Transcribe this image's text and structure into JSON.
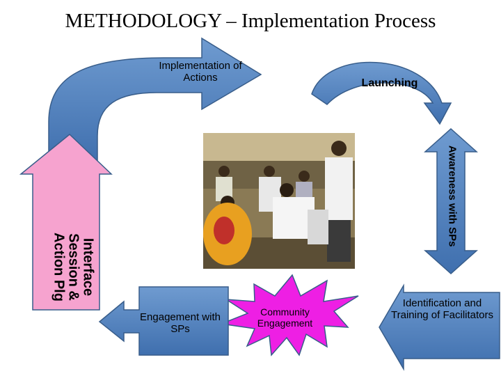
{
  "title": "METHODOLOGY – Implementation Process",
  "steps": {
    "implementation": "Implementation of Actions",
    "launching": "Launching",
    "awareness": "Awareness with SPs",
    "identification": "Identification and Training of Facilitators",
    "community": "Community Engagement",
    "engagement": "Engagement with SPs",
    "interface": "Interface Session & Action Plg"
  },
  "colors": {
    "blue": "#4f81bd",
    "blue_dark": "#385d8a",
    "pink": "#f6a3cf",
    "magenta": "#ee1fe4"
  },
  "photo": "meeting-photo"
}
